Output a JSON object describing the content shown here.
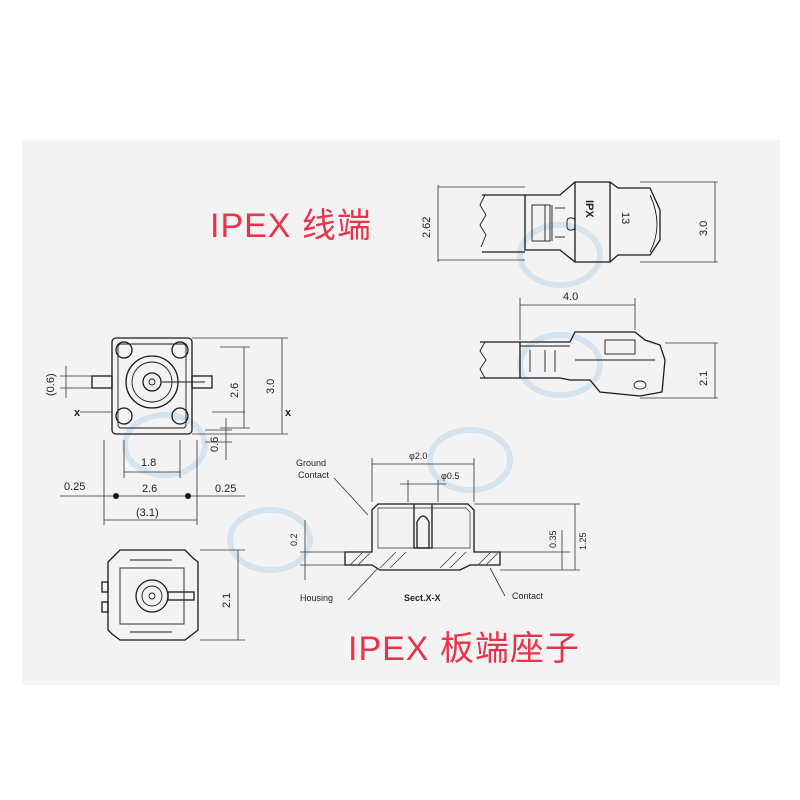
{
  "titles": {
    "cable_end": "IPEX 线端",
    "board_end": "IPEX 板端座子"
  },
  "cable_end": {
    "marking_number": "13",
    "marking_brand": "IPX",
    "dim_height_left": "2.62",
    "dim_height_right": "3.0",
    "dim_length": "4.0",
    "dim_side_height": "2.1"
  },
  "board_end_top": {
    "dim_06_paren": "(0.6)",
    "dim_30": "3.0",
    "dim_26_v": "2.6",
    "dim_06": "0.6",
    "dim_18": "1.8",
    "dim_025_left": "0.25",
    "dim_26_h": "2.6",
    "dim_025_right": "0.25",
    "dim_31": "(3.1)",
    "x_left": "x",
    "x_right": "x"
  },
  "board_end_bottom": {
    "dim_21": "2.1"
  },
  "section": {
    "ground_contact_1": "Ground",
    "ground_contact_2": "Contact",
    "dia_20": "φ2.0",
    "dia_05": "φ0.5",
    "dim_02": "0.2",
    "dim_035": "0.35",
    "dim_125": "1.25",
    "housing": "Housing",
    "sect": "Sect.X-X",
    "contact": "Contact"
  }
}
